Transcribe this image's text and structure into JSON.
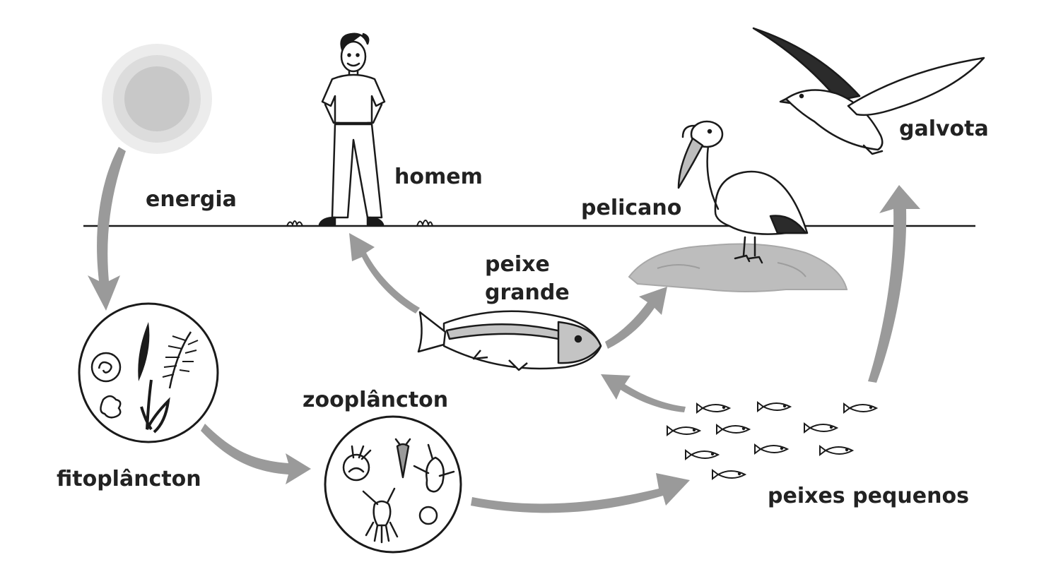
{
  "labels": {
    "energy": "energia",
    "man": "homem",
    "pelican": "pelicano",
    "gull": "galvota",
    "big_fish_line1": "peixe",
    "big_fish_line2": "grande",
    "phytoplankton": "fitoplâncton",
    "zooplankton": "zooplâncton",
    "small_fish": "peixes pequenos"
  },
  "colors": {
    "ink": "#1a1a1a",
    "arrow": "#9a9a9a",
    "sun_outer": "#ececec",
    "sun_mid": "#dcdcdc",
    "sun_core": "#c8c8c8",
    "rock": "#bdbdbd",
    "fish_body": "#c4c4c4"
  }
}
